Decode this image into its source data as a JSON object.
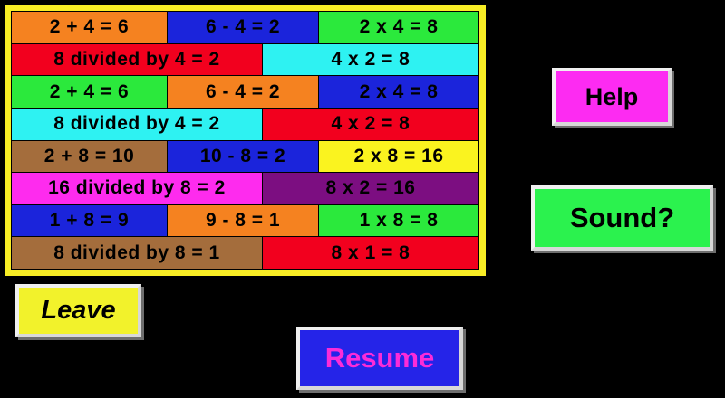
{
  "app": {
    "background": "#000000"
  },
  "board": {
    "frame_color": "#F8ED25",
    "rows": [
      {
        "cells": [
          {
            "text": "2 + 4 = 6",
            "bg": "#F58220"
          },
          {
            "text": "6 - 4 = 2",
            "bg": "#1B24DB"
          },
          {
            "text": "2 x 4 = 8",
            "bg": "#2BE93C"
          }
        ]
      },
      {
        "cells": [
          {
            "text": "8 divided by 4 = 2",
            "bg": "#F2001E"
          },
          {
            "text": "4 x 2 = 8",
            "bg": "#2EF2F2"
          }
        ]
      },
      {
        "cells": [
          {
            "text": "2 + 4 = 6",
            "bg": "#2BE93C"
          },
          {
            "text": "6 - 4 = 2",
            "bg": "#F58220"
          },
          {
            "text": "2 x 4 = 8",
            "bg": "#1B24DB"
          }
        ]
      },
      {
        "cells": [
          {
            "text": "8 divided by 4 = 2",
            "bg": "#2EF2F2"
          },
          {
            "text": "4 x 2 = 8",
            "bg": "#F2001E"
          }
        ]
      },
      {
        "cells": [
          {
            "text": "2 + 8 = 10",
            "bg": "#A46D3C"
          },
          {
            "text": "10 - 8 = 2",
            "bg": "#1B24DB"
          },
          {
            "text": "2 x 8 = 16",
            "bg": "#FAF31F"
          }
        ]
      },
      {
        "cells": [
          {
            "text": "16 divided by 8 = 2",
            "bg": "#FE2BEE"
          },
          {
            "text": "8 x 2 = 16",
            "bg": "#7C0E81"
          }
        ]
      },
      {
        "cells": [
          {
            "text": "1 + 8 = 9",
            "bg": "#1B24DB"
          },
          {
            "text": "9 - 8 = 1",
            "bg": "#F58220"
          },
          {
            "text": "1 x 8 = 8",
            "bg": "#2BE93C"
          }
        ]
      },
      {
        "cells": [
          {
            "text": "8 divided by 8 = 1",
            "bg": "#A46D3C"
          },
          {
            "text": "8 x 1 = 8",
            "bg": "#F2001E"
          }
        ]
      }
    ]
  },
  "buttons": {
    "help": {
      "label": "Help",
      "bg": "#FD2BF2",
      "text_color": "#000000"
    },
    "sound": {
      "label": "Sound?",
      "bg": "#2BF24E",
      "text_color": "#000000"
    },
    "leave": {
      "label": "Leave",
      "bg": "#F2F22B",
      "text_color": "#000000"
    },
    "resume": {
      "label": "Resume",
      "bg": "#2524E8",
      "text_color": "#FC2BD8"
    }
  }
}
